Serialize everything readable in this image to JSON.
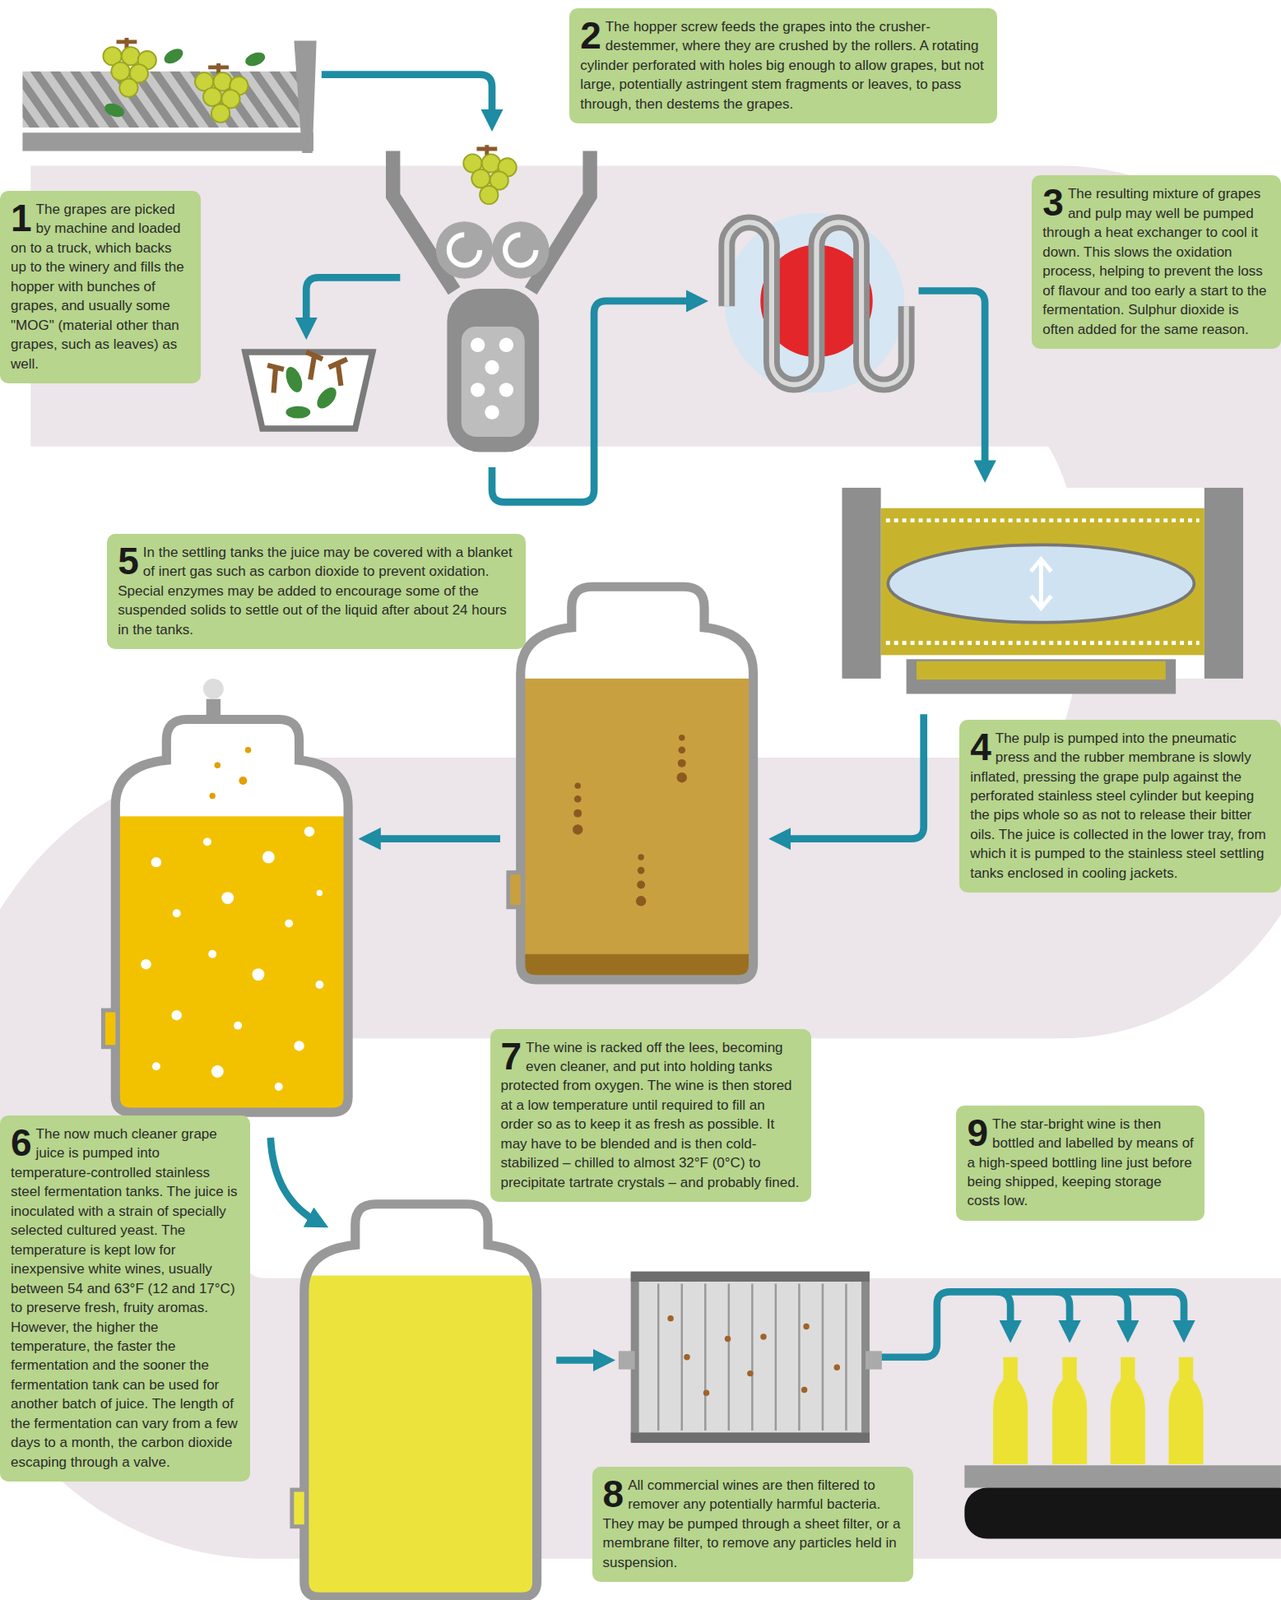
{
  "diagram": {
    "nodes": [
      {
        "text": [
          "1",
          "The grapes are picked by machine and loaded on to a truck, which backs up to the winery and fills the hopper with bunches of grapes, and usually some \"MOG\" (material other than grapes, such as leaves) as well."
        ]
      },
      {
        "text": [
          "2",
          "The hopper screw feeds the grapes into the crusher-destemmer, where they are crushed by the rollers. A rotating cylinder perforated with holes big enough to allow grapes, but not large, potentially astringent stem fragments or leaves, to pass through, then destems the grapes."
        ]
      },
      {
        "text": [
          "3",
          "The resulting mixture of grapes and pulp may well be pumped through a heat exchanger to cool it down. This slows the oxidation process, helping to prevent the loss of flavour and too early a start to the fermentation. Sulphur dioxide is often added for the same reason."
        ]
      },
      {
        "text": [
          "4",
          "The pulp is pumped into the pneumatic press and the rubber membrane is slowly inflated, pressing the grape pulp against the perforated stainless steel cylinder but keeping the pips whole so as not to release their bitter oils. The juice is collected in the lower tray, from which it is pumped to the stainless steel settling tanks enclosed in cooling jackets."
        ]
      },
      {
        "text": [
          "5",
          "In the settling tanks the juice may be covered with a blanket of inert gas such as carbon dioxide to prevent oxidation. Special enzymes may be added to encourage some of the suspended solids to settle out of the liquid after about 24 hours in the tanks."
        ]
      },
      {
        "text": [
          "6",
          "The now much cleaner grape juice is pumped into temperature-controlled stainless steel fermentation tanks. The juice is inoculated with a strain of specially selected cultured yeast. The temperature is kept low for inexpensive white wines, usually between 54 and 63°F (12 and 17°C) to preserve fresh, fruity aromas. However, the higher the temperature, the faster the fermentation and the sooner the fermentation tank can be used for another batch of juice. The length of the fermentation can vary from a few days to a month, the carbon dioxide escaping through a valve."
        ]
      },
      {
        "text": [
          "7",
          "The wine is racked off the lees, becoming even cleaner, and put into holding tanks protected from oxygen. The wine is then stored at a low temperature until required to fill an order so as to keep it as fresh as possible. It may have to be blended and is then cold-stabilized – chilled to almost 32°F (0°C) to precipitate tartrate crystals – and probably fined."
        ]
      },
      {
        "text": [
          "8",
          "All commercial wines are then filtered to remover any potentially harmful bacteria. They may be pumped through a sheet filter, or a membrane filter, to remove any particles held in suspension."
        ]
      },
      {
        "text": [
          "9",
          "The star-bright wine is then bottled and labelled by means of a high-speed bottling line just before being shipped, keeping storage costs low."
        ]
      }
    ]
  }
}
